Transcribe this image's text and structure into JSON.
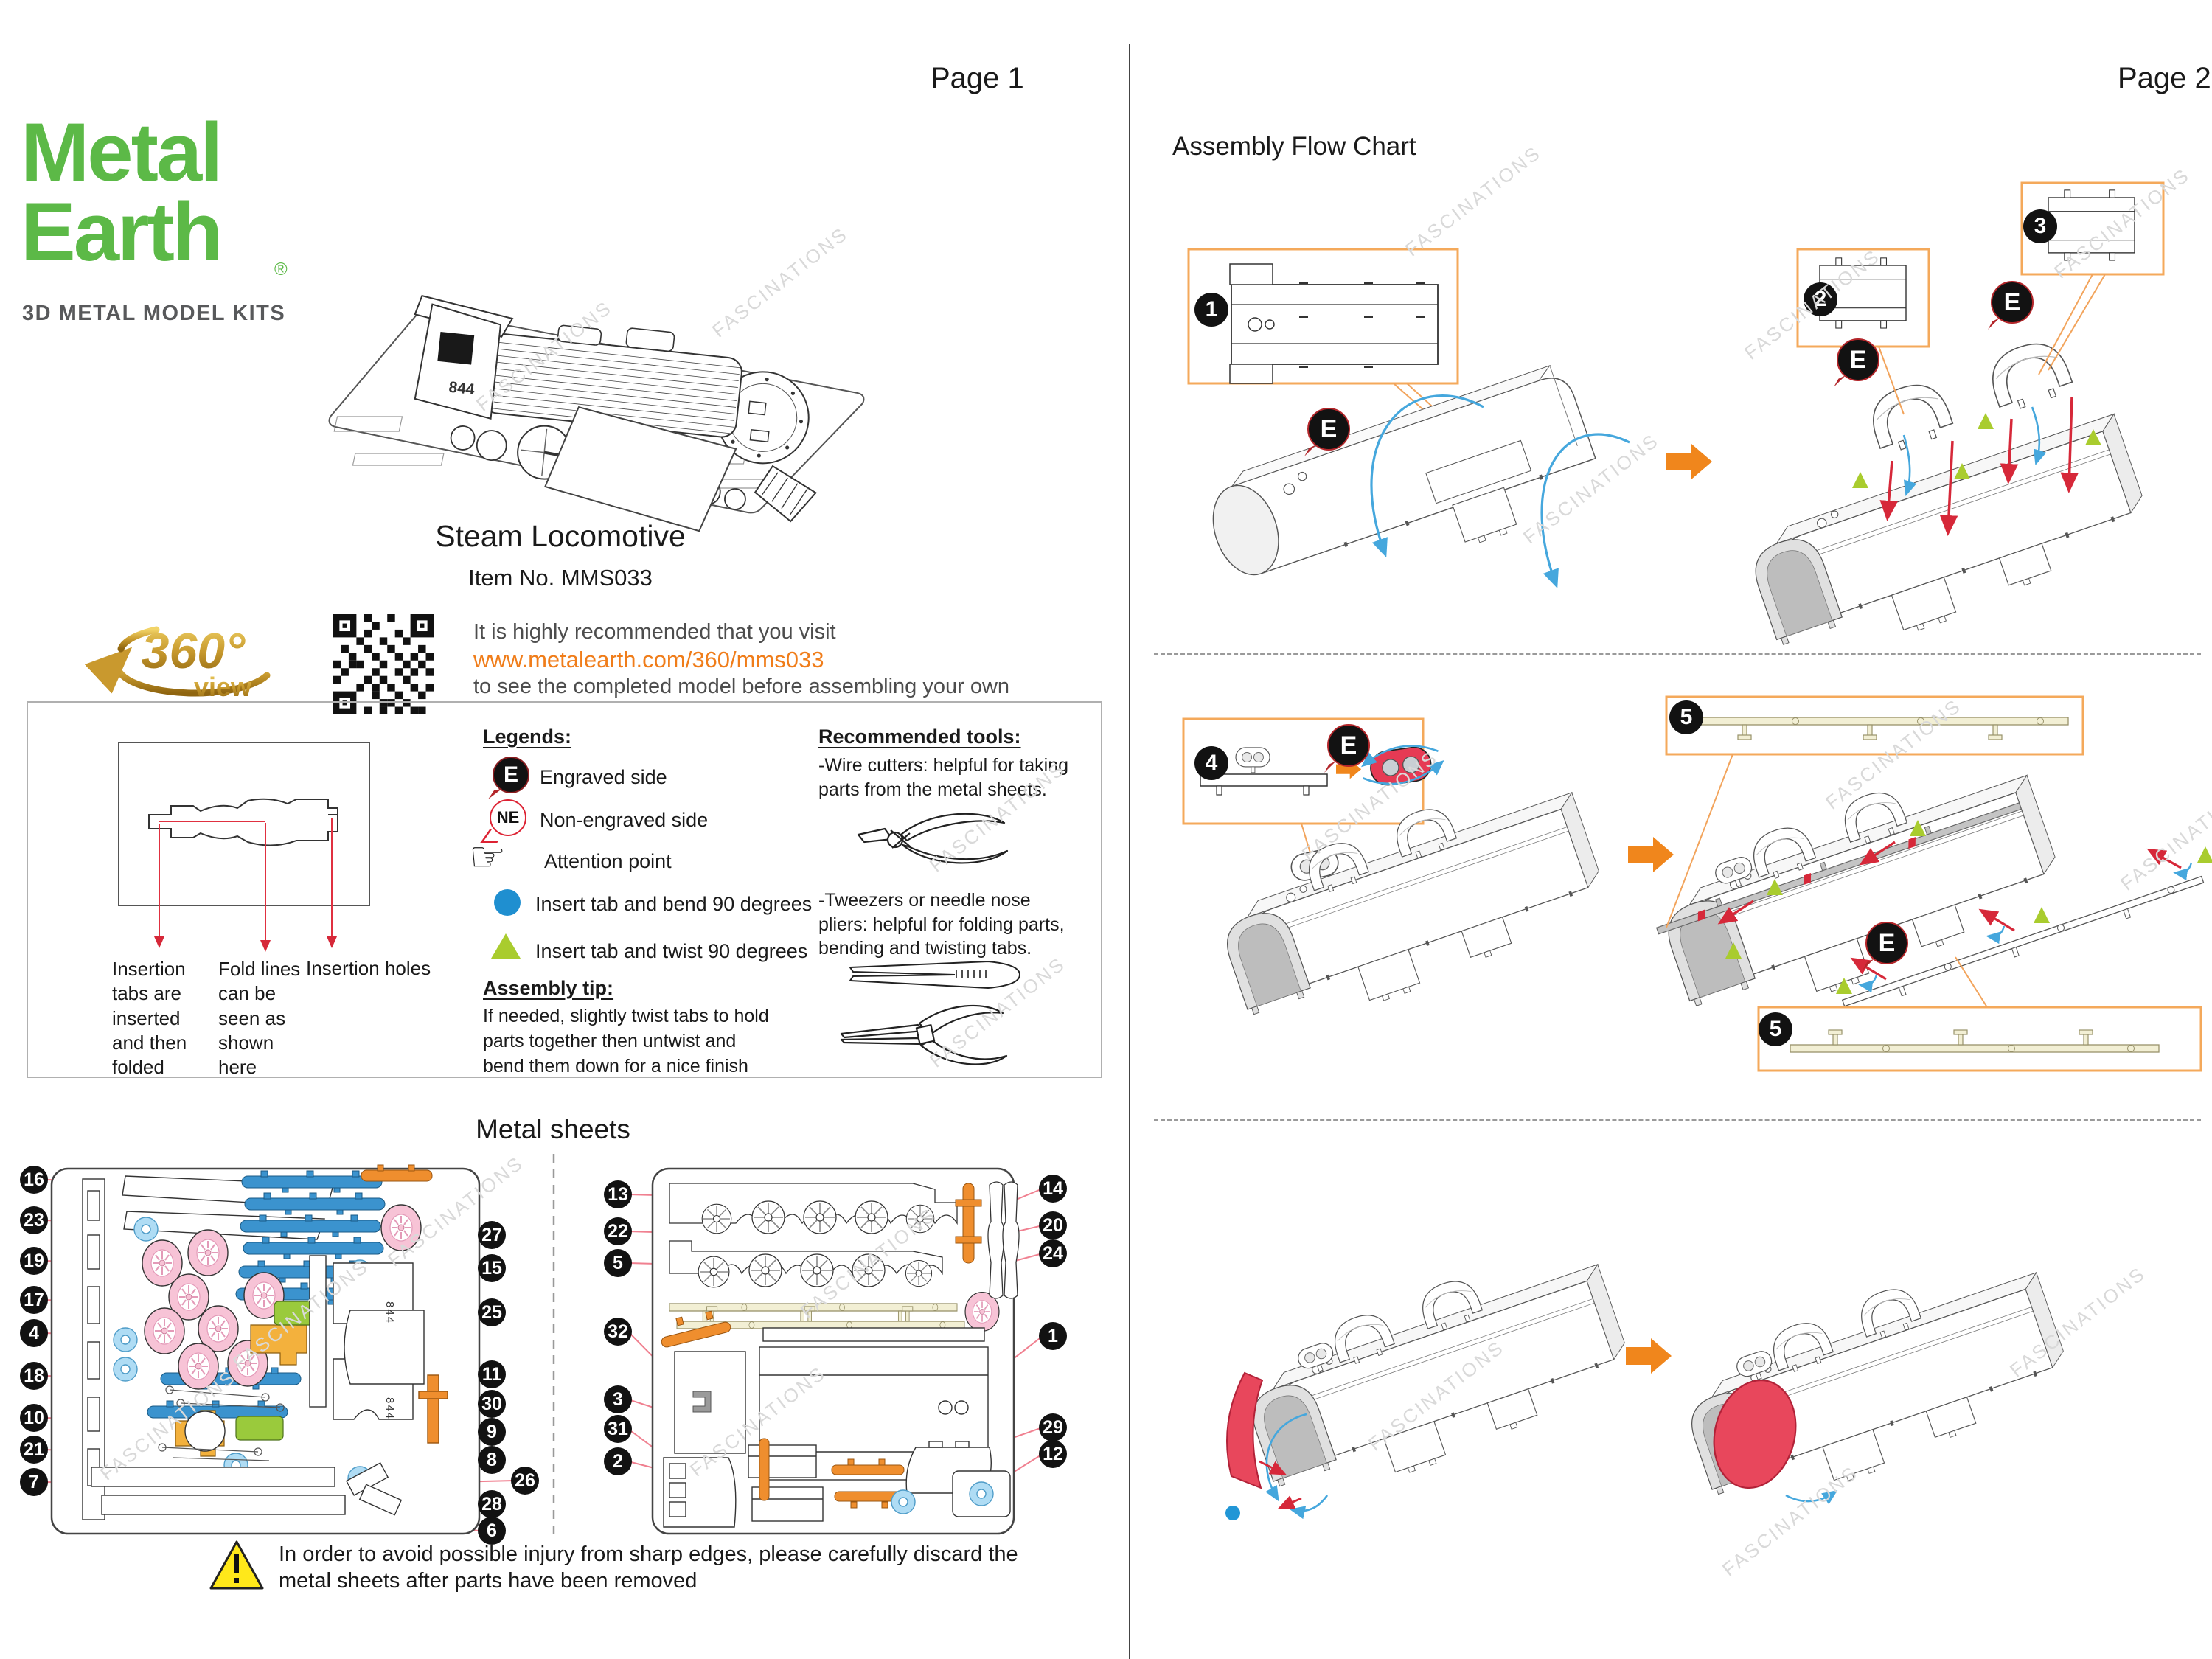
{
  "doc": {
    "watermark": "FASCINATIONS"
  },
  "page1": {
    "header": "Page 1",
    "logo": {
      "line1": "Metal",
      "line2": "Earth",
      "reg": "®",
      "subtitle": "3D METAL MODEL KITS"
    },
    "product": {
      "title": "Steam Locomotive",
      "item_label": "Item No. MMS033",
      "cab_number": "844"
    },
    "promo": {
      "badge_360": "360°",
      "badge_view": "view",
      "line1": "It is highly recommended that you visit",
      "url": "www.metalearth.com/360/mms033",
      "line2": "to see the completed model before assembling your own"
    },
    "info": {
      "diagram": {
        "label_tabs": "Insertion tabs are inserted and then folded",
        "label_fold": "Fold lines can be seen as shown here",
        "label_holes": "Insertion holes"
      },
      "legends": {
        "title": "Legends:",
        "engraved_letter": "E",
        "engraved": "Engraved side",
        "non_engraved_letter": "NE",
        "non_engraved": "Non-engraved side",
        "attention": "Attention point",
        "bend": "Insert tab and bend 90 degrees",
        "twist": "Insert tab and twist 90 degrees"
      },
      "tip": {
        "title": "Assembly tip:",
        "text": "If needed, slightly twist tabs to hold parts together then untwist and bend them down for a nice finish"
      },
      "tools": {
        "title": "Recommended tools:",
        "wire_cutters": "-Wire cutters: helpful for taking parts from the metal sheets.",
        "tweezers": "-Tweezers or needle nose pliers: helpful for folding parts, bending and twisting tabs."
      }
    },
    "sheets": {
      "title": "Metal sheets",
      "sheet_number": "844",
      "s1_left": [
        "16",
        "23",
        "19",
        "17",
        "4",
        "18",
        "10",
        "21",
        "7"
      ],
      "s1_right": [
        "27",
        "15",
        "25",
        "11",
        "30",
        "9",
        "8",
        "26",
        "28",
        "6"
      ],
      "s2_left": [
        "13",
        "22",
        "5",
        "32",
        "3",
        "31",
        "2"
      ],
      "s2_right": [
        "14",
        "20",
        "24",
        "1",
        "29",
        "12"
      ]
    },
    "warning": "In order to avoid possible injury from sharp edges, please carefully discard the metal sheets after parts have been removed"
  },
  "page2": {
    "header": "Page 2",
    "title": "Assembly Flow Chart",
    "engraved_letter": "E",
    "steps": {
      "s1": "1",
      "s2": "2",
      "s3": "3",
      "s4": "4",
      "s5": "5"
    }
  }
}
